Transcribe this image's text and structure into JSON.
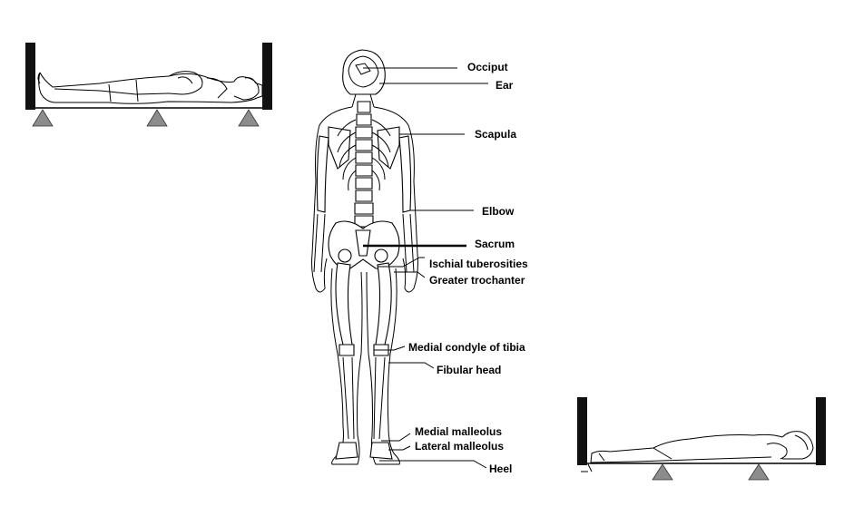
{
  "labels": {
    "occiput": "Occiput",
    "ear": "Ear",
    "scapula": "Scapula",
    "elbow": "Elbow",
    "sacrum": "Sacrum",
    "ischial": "Ischial tuberosities",
    "trochanter": "Greater trochanter",
    "medial_condyle": "Medial condyle of tibia",
    "fibular_head": "Fibular head",
    "medial_malleolus": "Medial malleolus",
    "lateral_malleolus": "Lateral malleolus",
    "heel": "Heel"
  },
  "colors": {
    "ink": "#000000",
    "support": "#8c8c8c",
    "frame": "#111111"
  },
  "panels": {
    "supine": "supine-figure-on-board",
    "prone": "prone-figure-on-board"
  }
}
